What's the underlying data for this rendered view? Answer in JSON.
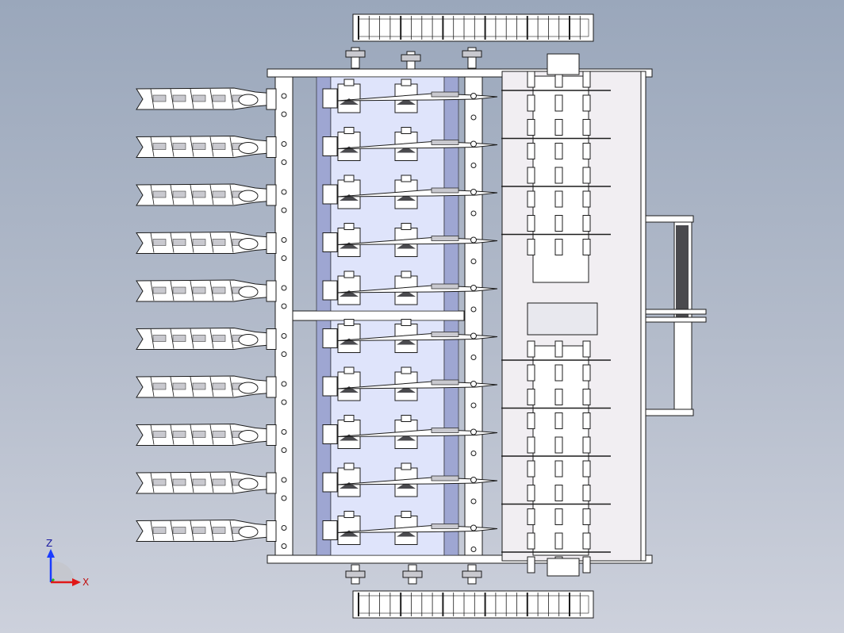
{
  "triad": {
    "z_label": "Z",
    "x_label": "X",
    "colors": {
      "z": "#1a3cff",
      "x": "#e01818",
      "y": "#22b822"
    }
  },
  "assembly": {
    "seeding_rows": 10,
    "coulter_rows": 10,
    "roller_sections": 2,
    "colors": {
      "frame": "#ffffff",
      "outline": "#1c1c1c",
      "hopper_fill": "#dfe4fb",
      "hopper_band": "#9ea6d2",
      "shade": "#c9c9cf",
      "dark_bar": "#4a4a4e",
      "roller_tint": "#f1eef2"
    }
  }
}
